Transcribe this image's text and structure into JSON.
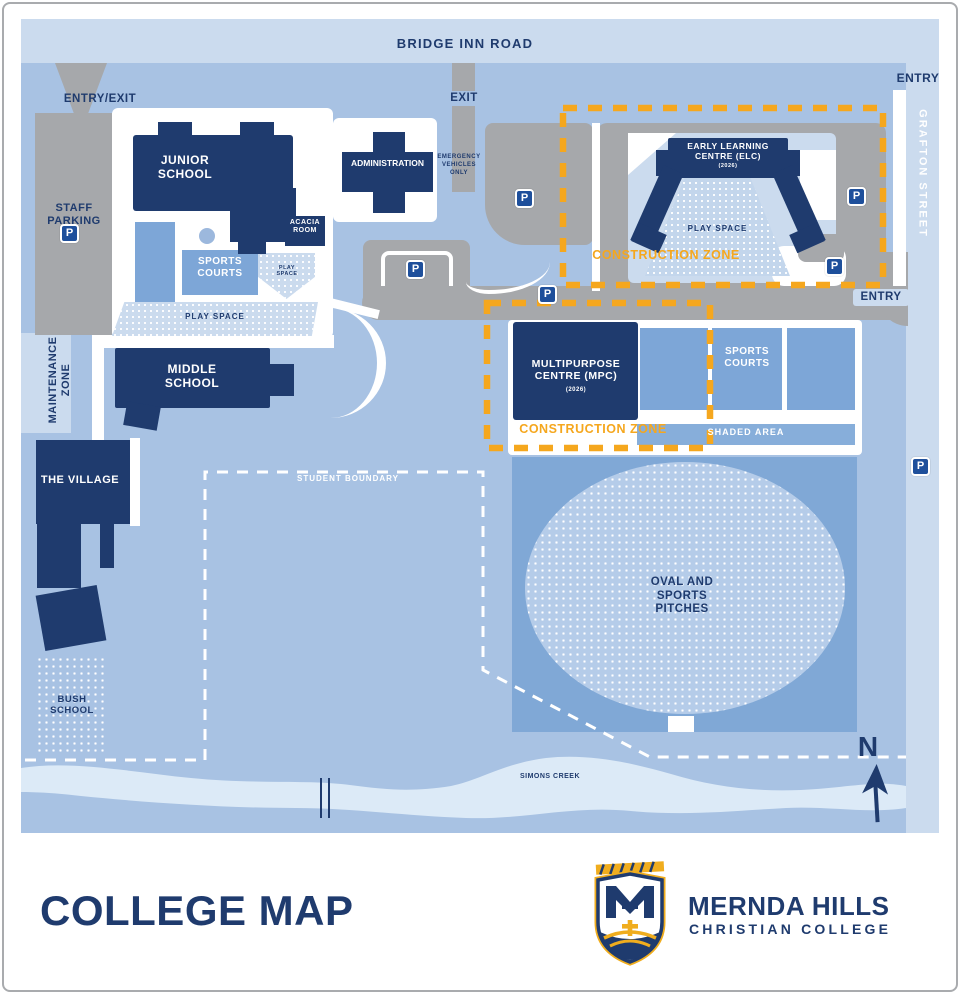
{
  "colors": {
    "navy": "#1f3b6e",
    "background_blue": "#a8c2e3",
    "road_blue": "#cbdbee",
    "court_blue": "#7da6d7",
    "shade_blue": "#87aeda",
    "oval_blue": "#80a8d6",
    "oval_field_blue": "#b5cce9",
    "parking_grey": "#a6a8ab",
    "construction_orange": "#f5a71e",
    "creek_blue": "#dceaf7",
    "parking_sign_blue": "#1e4f9b",
    "logo_gold": "#f0ad1e"
  },
  "roads": {
    "bridge_inn_road": "BRIDGE INN ROAD",
    "grafton_street": "GRAFTON STREET"
  },
  "gates": {
    "entry_exit": "ENTRY/EXIT",
    "exit": "EXIT",
    "entry": "ENTRY"
  },
  "buildings": {
    "junior_school": "JUNIOR SCHOOL",
    "administration": "ADMINISTRATION",
    "acacia_room": "ACACIA ROOM",
    "early_learning_centre": "EARLY LEARNING CENTRE (ELC)",
    "early_learning_centre_year": "(2026)",
    "multipurpose_centre": "MULTIPURPOSE CENTRE (MPC)",
    "multipurpose_centre_year": "(2026)",
    "middle_school": "MIDDLE SCHOOL",
    "the_village": "THE VILLAGE"
  },
  "areas": {
    "staff_parking": "STAFF PARKING",
    "sports_courts": "SPORTS COURTS",
    "play_space": "PLAY SPACE",
    "shaded_area": "SHADED AREA",
    "oval": "OVAL AND SPORTS PITCHES",
    "bush_school": "BUSH SCHOOL",
    "maintenance_zone": "MAINTENANCE ZONE",
    "construction_zone": "CONSTRUCTION ZONE",
    "student_boundary": "STUDENT BOUNDARY",
    "emergency_vehicles": "EMERGENCY VEHICLES ONLY"
  },
  "water": {
    "simons_creek": "SIMONS CREEK"
  },
  "compass": {
    "north": "N"
  },
  "icons": {
    "parking": "P"
  },
  "footer": {
    "title": "COLLEGE MAP",
    "brand_name": "MERNDA HILLS",
    "brand_subtitle": "CHRISTIAN COLLEGE"
  }
}
